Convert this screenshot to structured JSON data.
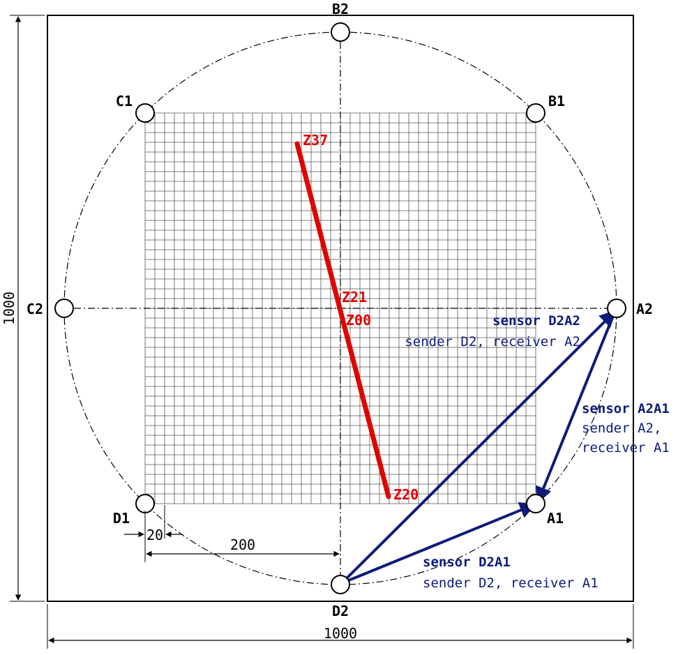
{
  "sensors": {
    "A1": "A1",
    "A2": "A2",
    "B1": "B1",
    "B2": "B2",
    "C1": "C1",
    "C2": "C2",
    "D1": "D1",
    "D2": "D2"
  },
  "dimensions": {
    "width": "1000",
    "height": "1000",
    "offset_200": "200",
    "cell_20": "20"
  },
  "path_points": {
    "z37": "Z37",
    "z21": "Z21",
    "z00": "Z00",
    "z20": "Z20"
  },
  "annotations": {
    "d2a2_title": "sensor D2A2",
    "d2a2_desc": "sender D2, receiver A2",
    "a2a1_title": "sensor A2A1",
    "a2a1_desc_1": "sender A2,",
    "a2a1_desc_2": "receiver A1",
    "d2a1_title": "sensor D2A1",
    "d2a1_desc": "sender D2, receiver A1"
  },
  "colors": {
    "path": "#e00000",
    "arrows": "#0d1b7a",
    "lines": "#000000"
  }
}
